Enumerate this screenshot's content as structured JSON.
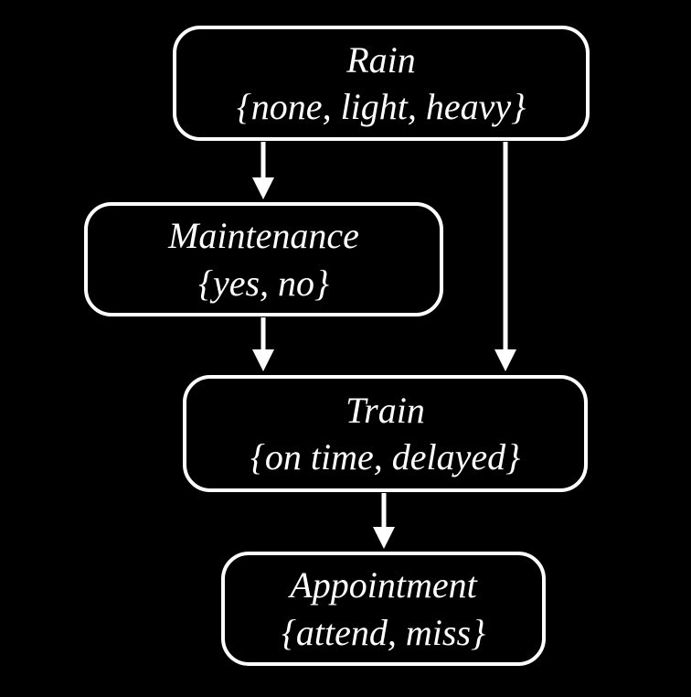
{
  "diagram": {
    "title": "bayesian-network",
    "background_color": "#000000",
    "node_border_color": "#ffffff",
    "node_fill_color": "#000000",
    "text_color": "#ffffff",
    "edge_color": "#ffffff",
    "nodes": {
      "rain": {
        "title": "Rain",
        "values": "{none, light, heavy}"
      },
      "maintenance": {
        "title": "Maintenance",
        "values": "{yes, no}"
      },
      "train": {
        "title": "Train",
        "values": "{on time, delayed}"
      },
      "appointment": {
        "title": "Appointment",
        "values": "{attend, miss}"
      }
    },
    "edges": [
      {
        "from": "rain",
        "to": "maintenance"
      },
      {
        "from": "rain",
        "to": "train"
      },
      {
        "from": "maintenance",
        "to": "train"
      },
      {
        "from": "train",
        "to": "appointment"
      }
    ]
  }
}
